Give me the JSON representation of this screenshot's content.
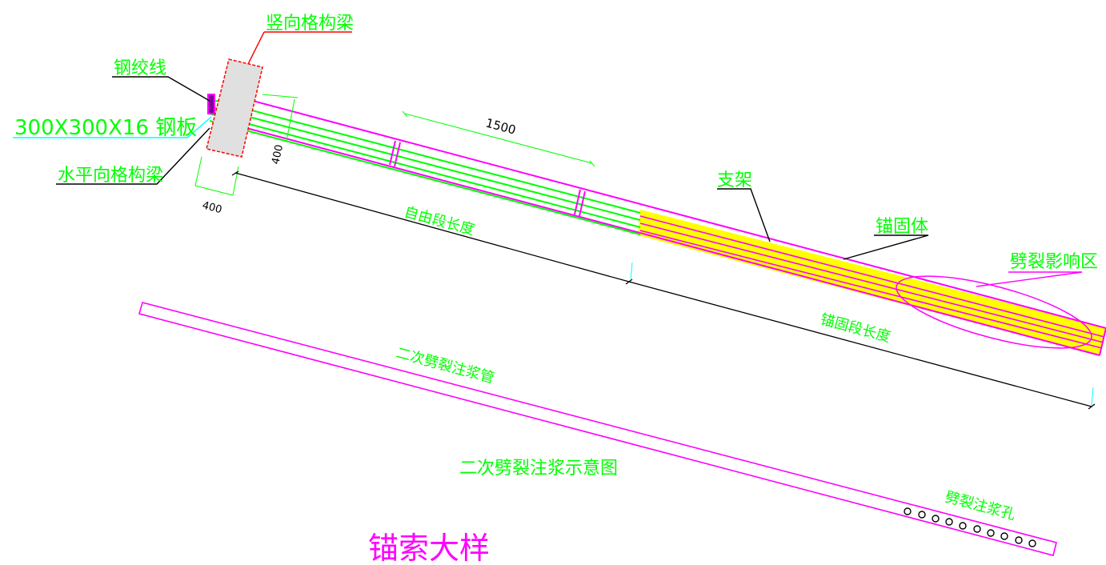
{
  "labels": {
    "vertical_beam": "竖向格构梁",
    "strand": "钢绞线",
    "plate": "300X300X16 钢板",
    "horizontal_beam": "水平向格构梁",
    "dim_400_h": "400",
    "dim_400_v": "400",
    "dim_1500": "1500",
    "free_length": "自由段长度",
    "support": "支架",
    "anchor_body": "锚固体",
    "split_zone": "劈裂影响区",
    "anchor_length": "锚固段长度",
    "grout_pipe": "二次劈裂注浆管",
    "grout_diagram": "二次劈裂注浆示意图",
    "grout_holes": "劈裂注浆孔",
    "title": "锚索大样"
  },
  "colors": {
    "magenta": "#ff00ff",
    "green": "#00ff00",
    "yellow": "#ffff00",
    "cyan": "#00ffff",
    "red": "#ff0000",
    "black": "#000000"
  }
}
